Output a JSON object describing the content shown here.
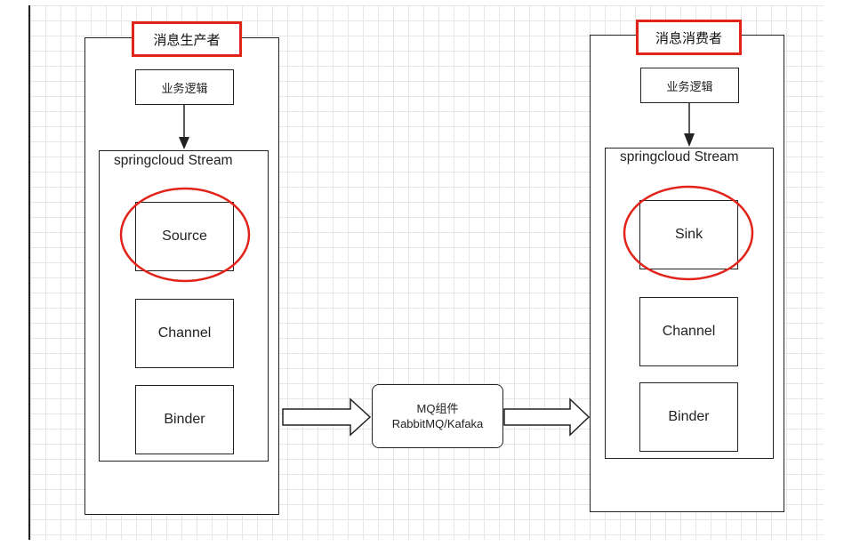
{
  "producer": {
    "title": "消息生产者",
    "business_logic": "业务逻辑",
    "stream_label": "springcloud Stream",
    "source": "Source",
    "channel": "Channel",
    "binder": "Binder"
  },
  "consumer": {
    "title": "消息消费者",
    "business_logic": "业务逻辑",
    "stream_label": "springcloud Stream",
    "sink": "Sink",
    "channel": "Channel",
    "binder": "Binder"
  },
  "mq": {
    "line1": "MQ组件",
    "line2": "RabbitMQ/Kafaka"
  },
  "colors": {
    "highlight": "#e2231a",
    "stroke": "#222222",
    "grid": "#e6e6e6"
  }
}
